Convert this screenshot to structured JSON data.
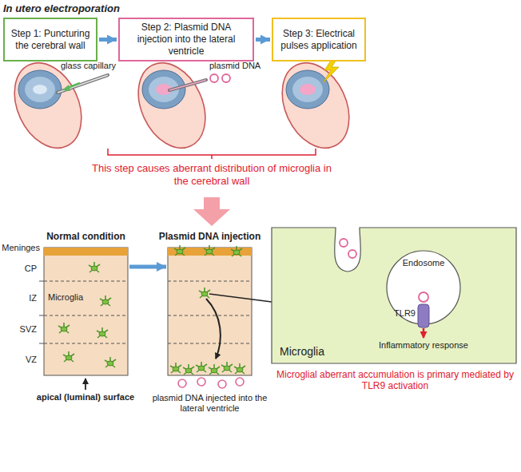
{
  "diagram": {
    "title": "In utero electroporation",
    "nodes": [
      {
        "text": [
          "Step 1: Puncturing the cerebral wall"
        ]
      },
      {
        "text": [
          "Step 2: Plasmid DNA injection into the lateral ventricle"
        ]
      },
      {
        "text": [
          "Step 3: Electrical pulses application"
        ]
      },
      {
        "text": [
          "Normal condition"
        ]
      },
      {
        "text": [
          "Plasmid DNA injection"
        ]
      },
      {
        "text": [
          "Microglia"
        ]
      },
      {
        "text": [
          "Endosome"
        ],
        "in": 5
      }
    ],
    "edges": [
      {
        "from": 0,
        "to": 1,
        "arrow": "to"
      },
      {
        "from": 1,
        "to": 2,
        "arrow": "to"
      },
      {
        "from": 3,
        "to": 4,
        "arrow": "to"
      }
    ],
    "labels": [
      "glass capillary",
      "plasmid DNA",
      "This step causes aberrant distribution of microglia in the cerebral wall",
      "Meninges",
      "CP",
      "IZ",
      "SVZ",
      "VZ",
      "Microglia",
      "apical (luminal) surface",
      "plasmid DNA injected into the lateral ventricle",
      "TLR9",
      "Inflammatory response",
      "Microglial aberrant accumulation is primary mediated by TLR9 activation"
    ]
  }
}
